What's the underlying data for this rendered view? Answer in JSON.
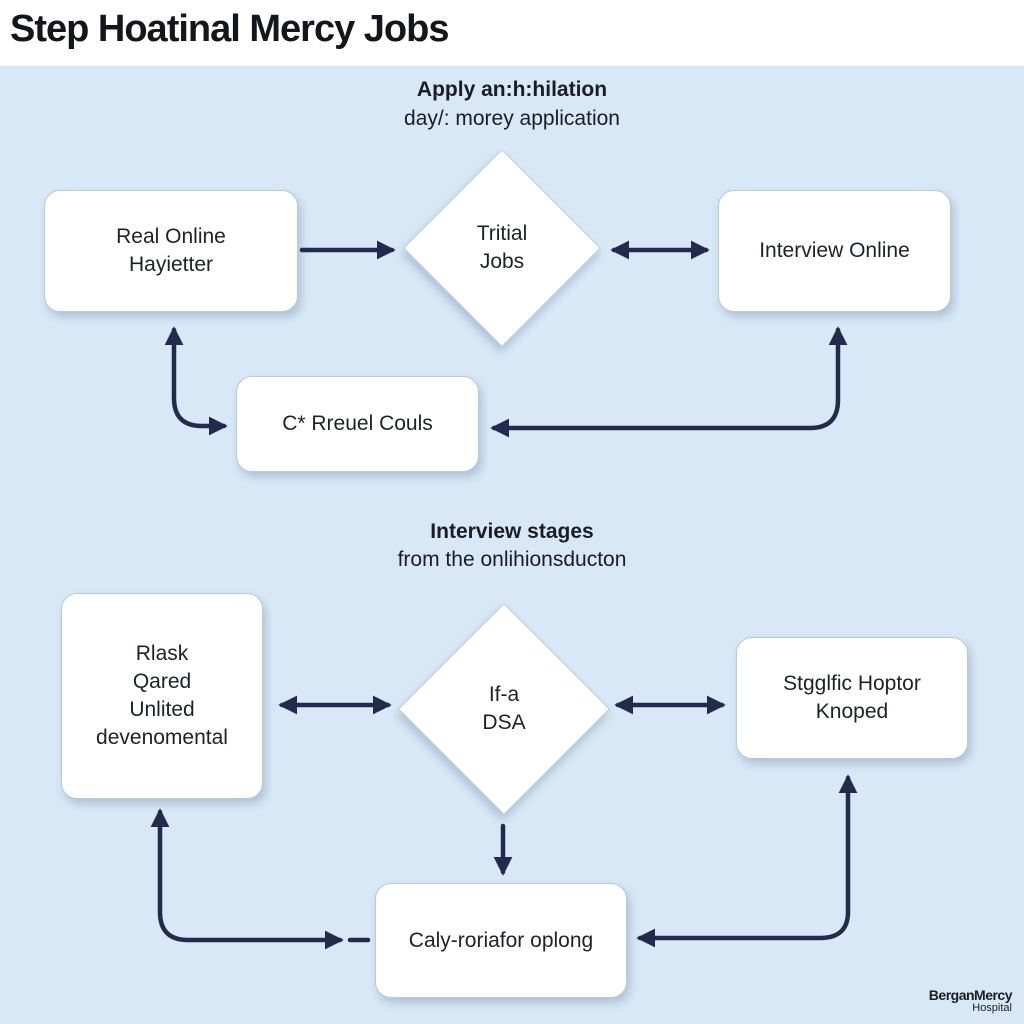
{
  "header": {
    "title": "Step Hoatinal Mercy Jobs"
  },
  "section_top": {
    "heading": "Apply an:h:hilation",
    "subheading": "day/: morey application"
  },
  "section_bottom": {
    "heading": "Interview stages",
    "subheading": "from the onlihionsducton"
  },
  "nodes": {
    "real_online": "Real Online\nHayietter",
    "tritial_jobs": "Tritial\nJobs",
    "interview_online": "Interview Online",
    "rreuel_couls": "C* Rreuel Couls",
    "rlask": "Rlask\nQared\nUnlited\ndevenomental",
    "ifa_dsa": "If-a\nDSA",
    "stgglfic_hoptor": "Stgglfic Hoptor\nKnoped",
    "caly_roriafor": "Caly-roriafor oplong"
  },
  "brand": {
    "name": "BerganMercy",
    "sub": "Hospital"
  },
  "colors": {
    "background": "#d8e8f6",
    "node_fill": "#ffffff",
    "node_border": "#b9c9da",
    "arrow": "#232b4d"
  }
}
